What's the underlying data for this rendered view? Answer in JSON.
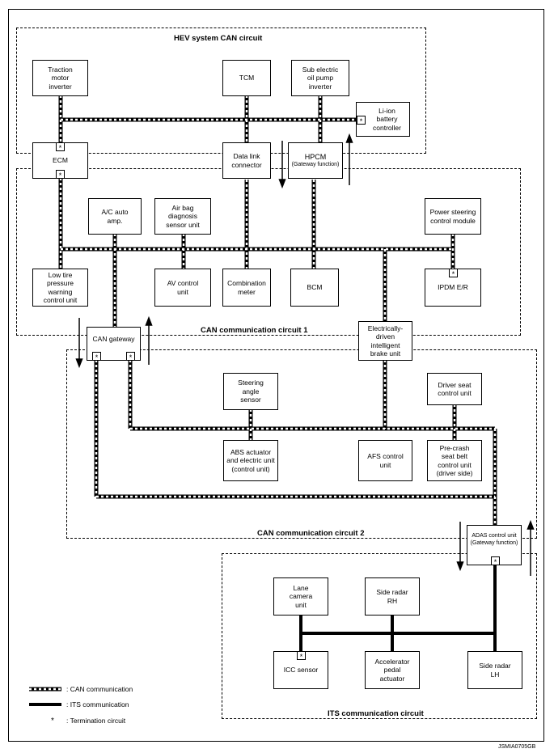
{
  "regions": {
    "hev": "HEV system CAN circuit",
    "can1": "CAN communication circuit 1",
    "can2": "CAN communication circuit 2",
    "its": "ITS communication circuit"
  },
  "units": {
    "traction_motor_inverter": "Traction\nmotor\ninverter",
    "tcm": "TCM",
    "sub_electric_oil_pump_inverter": "Sub electric\noil pump\ninverter",
    "li_ion_battery_controller": "Li-ion\nbattery\ncontroller",
    "ecm": "ECM",
    "data_link_connector": "Data link\nconnector",
    "hpcm": "HPCM",
    "hpcm_sub": "(Gateway function)",
    "ac_auto_amp": "A/C auto\namp.",
    "air_bag_diagnosis_sensor_unit": "Air bag\ndiagnosis\nsensor unit",
    "power_steering_control_module": "Power steering\ncontrol module",
    "low_tire_pressure_warning_control_unit": "Low tire\npressure\nwarning\ncontrol unit",
    "av_control_unit": "AV control\nunit",
    "combination_meter": "Combination\nmeter",
    "bcm": "BCM",
    "ipdm_er": "IPDM E/R",
    "can_gateway": "CAN gateway",
    "electrically_driven_intelligent_brake_unit": "Electrically-\ndriven\nintelligent\nbrake unit",
    "steering_angle_sensor": "Steering\nangle\nsensor",
    "driver_seat_control_unit": "Driver seat\ncontrol unit",
    "abs_actuator_and_electric_unit": "ABS actuator\nand electric unit\n(control unit)",
    "afs_control_unit": "AFS control\nunit",
    "pre_crash_seat_belt_control_unit": "Pre-crash\nseat belt\ncontrol unit\n(driver side)",
    "adas_control_unit": "ADAS control unit\n(Gateway function)",
    "lane_camera_unit": "Lane\ncamera\nunit",
    "side_radar_rh": "Side radar\nRH",
    "icc_sensor": "ICC sensor",
    "accelerator_pedal_actuator": "Accelerator\npedal\nactuator",
    "side_radar_lh": "Side radar\nLH"
  },
  "termination_mark": "*",
  "legend": {
    "can": ": CAN communication",
    "its": ": ITS communication",
    "termination_symbol": "*",
    "termination": ": Termination circuit"
  },
  "figure_code": "JSMIA0705GB"
}
